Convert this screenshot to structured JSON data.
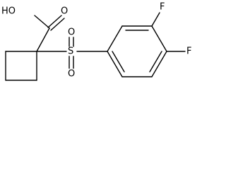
{
  "molecule": {
    "labels": {
      "hydroxyl": "HO",
      "carbonyl_oxygen": "O",
      "sulfur": "S",
      "sulfonyl_oxygen_top": "O",
      "sulfonyl_oxygen_bottom": "O",
      "fluorine_meta": "F",
      "fluorine_para": "F"
    }
  }
}
